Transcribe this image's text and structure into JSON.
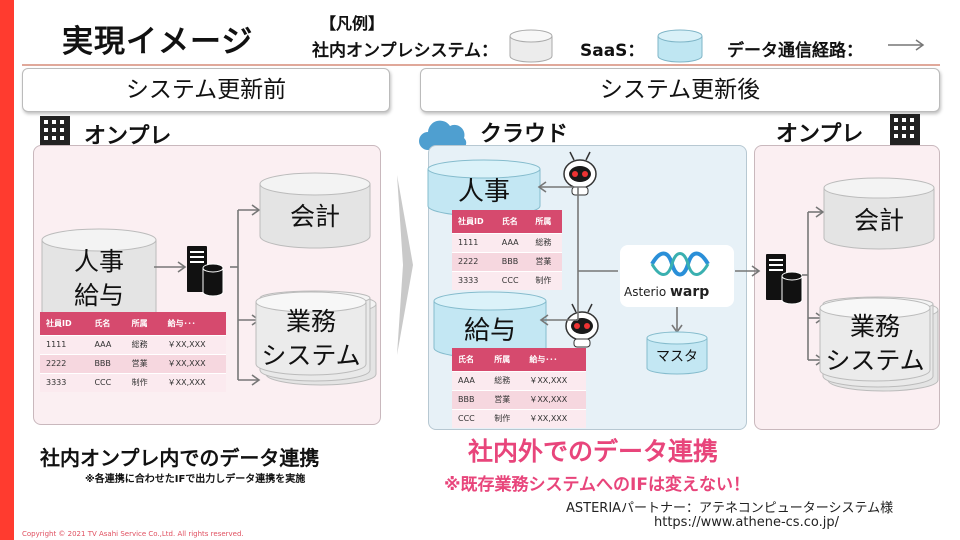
{
  "page": {
    "title": "実現イメージ"
  },
  "legend": {
    "header": "【凡例】",
    "onprem_label": "社内オンプレシステム：",
    "saas_label": "SaaS：",
    "route_label": "データ通信経路："
  },
  "left_panel": {
    "header": "システム更新前",
    "zone_label": "オンプレ",
    "hr_payroll": [
      "人事",
      "給与"
    ],
    "accounting": "会計",
    "business": [
      "業務",
      "システム"
    ],
    "table": {
      "columns": [
        "社員ID",
        "氏名",
        "所属",
        "給与･･･"
      ],
      "rows": [
        [
          "1111",
          "AAA",
          "総務",
          "￥XX,XXX"
        ],
        [
          "2222",
          "BBB",
          "営業",
          "￥XX,XXX"
        ],
        [
          "3333",
          "CCC",
          "制作",
          "￥XX,XXX"
        ]
      ]
    },
    "caption": "社内オンプレ内でのデータ連携",
    "sub_caption": "※各連携に合わせたIFで出力しデータ連携を実施"
  },
  "right_panel": {
    "header": "システム更新後",
    "cloud_label": "クラウド",
    "onprem_label": "オンプレ",
    "hr": "人事",
    "payroll": "給与",
    "master": "マスタ",
    "accounting": "会計",
    "business": [
      "業務",
      "システム"
    ],
    "logo_left": "Asterio",
    "logo_right": "warp",
    "hr_table": {
      "columns": [
        "社員ID",
        "氏名",
        "所属"
      ],
      "rows": [
        [
          "1111",
          "AAA",
          "総務"
        ],
        [
          "2222",
          "BBB",
          "営業"
        ],
        [
          "3333",
          "CCC",
          "制作"
        ]
      ]
    },
    "pay_table": {
      "columns": [
        "氏名",
        "所属",
        "給与･･･"
      ],
      "rows": [
        [
          "AAA",
          "総務",
          "￥XX,XXX"
        ],
        [
          "BBB",
          "営業",
          "￥XX,XXX"
        ],
        [
          "CCC",
          "制作",
          "￥XX,XXX"
        ]
      ]
    },
    "caption": "社内外でのデータ連携",
    "sub_caption": "※既存業務システムへのIFは変えない！"
  },
  "footer": {
    "partner": "ASTERIAパートナー：アテネコンピューターシステム様",
    "url": "https://www.athene-cs.co.jp/",
    "copyright": "Copyright © 2021 TV Asahi Service Co.,Ltd. All rights reserved."
  },
  "colors": {
    "accent_red": "#ff3b2f",
    "accent_pink": "#e8457b",
    "onprem_bg": "#fbeff2",
    "cloud_bg": "#e7f1f7"
  }
}
